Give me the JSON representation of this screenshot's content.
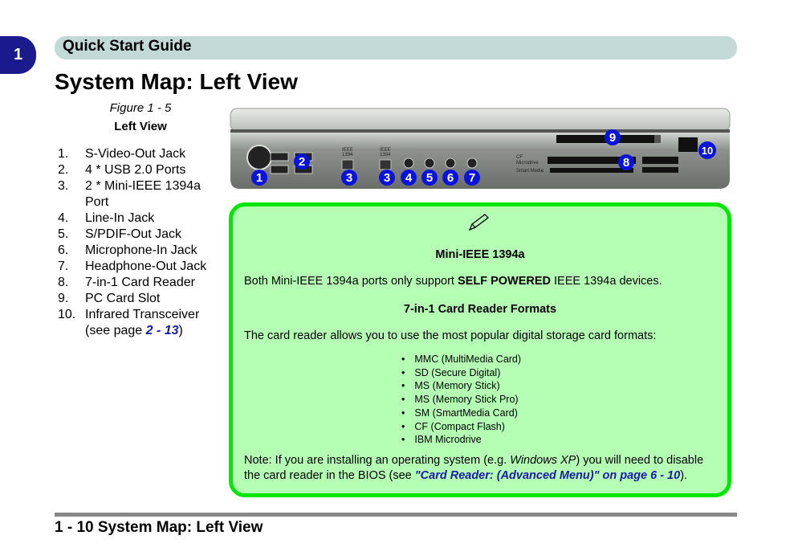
{
  "chapter": "1",
  "header": "Quick Start Guide",
  "title": "System Map: Left View",
  "figure": {
    "number": "Figure 1 - 5",
    "caption": "Left View"
  },
  "items": [
    {
      "n": "1.",
      "t": "S-Video-Out Jack"
    },
    {
      "n": "2.",
      "t": "4 * USB 2.0 Ports"
    },
    {
      "n": "3.",
      "t": "2 * Mini-IEEE 1394a Port"
    },
    {
      "n": "4.",
      "t": "Line-In Jack"
    },
    {
      "n": "5.",
      "t": "S/PDIF-Out Jack"
    },
    {
      "n": "6.",
      "t": "Microphone-In Jack"
    },
    {
      "n": "7.",
      "t": "Headphone-Out Jack"
    },
    {
      "n": "8.",
      "t": "7-in-1 Card Reader"
    },
    {
      "n": "9.",
      "t": "PC Card Slot"
    },
    {
      "n": "10.",
      "t": "Infrared Transceiver"
    }
  ],
  "item10_extra": {
    "pre": "(see page ",
    "link": "2 - 13",
    "post": ")"
  },
  "callouts": [
    "1",
    "2",
    "3",
    "3",
    "4",
    "5",
    "6",
    "7",
    "8",
    "9",
    "10"
  ],
  "port_labels": {
    "ieee": "IEEE",
    "ieee_num": "1394",
    "cf": "CF",
    "microdrive": "Microdrive",
    "smart": "Smart Media"
  },
  "note": {
    "icon": "pencil-icon",
    "h1": "Mini-IEEE 1394a",
    "p1_pre": "Both Mini-IEEE 1394a ports only support ",
    "p1_bold": "SELF POWERED",
    "p1_post": " IEEE 1394a devices.",
    "h2": "7-in-1 Card Reader Formats",
    "p2": "The card reader allows you to use the most popular digital storage card formats:",
    "formats": [
      "MMC (MultiMedia Card)",
      "SD (Secure Digital)",
      "MS (Memory Stick)",
      "MS (Memory Stick Pro)",
      "SM (SmartMedia Card)",
      "CF (Compact Flash)",
      "IBM Microdrive"
    ],
    "p3_a": "Note: If you are installing an operating system (e.g. ",
    "p3_i": "Windows XP",
    "p3_b": ") you will need to disable the card reader in the BIOS (see ",
    "p3_link": "\"Card Reader: (Advanced Menu)\" on page 6 - 10",
    "p3_c": ")."
  },
  "footer": "1 - 10 System Map: Left View",
  "colors": {
    "chapter": "#1a1a8c",
    "header": "#c2d9d5",
    "note_bg": "#b5ffb5",
    "note_border": "#00e600",
    "link": "#1a1aaa",
    "callout": "#0a14d8"
  }
}
